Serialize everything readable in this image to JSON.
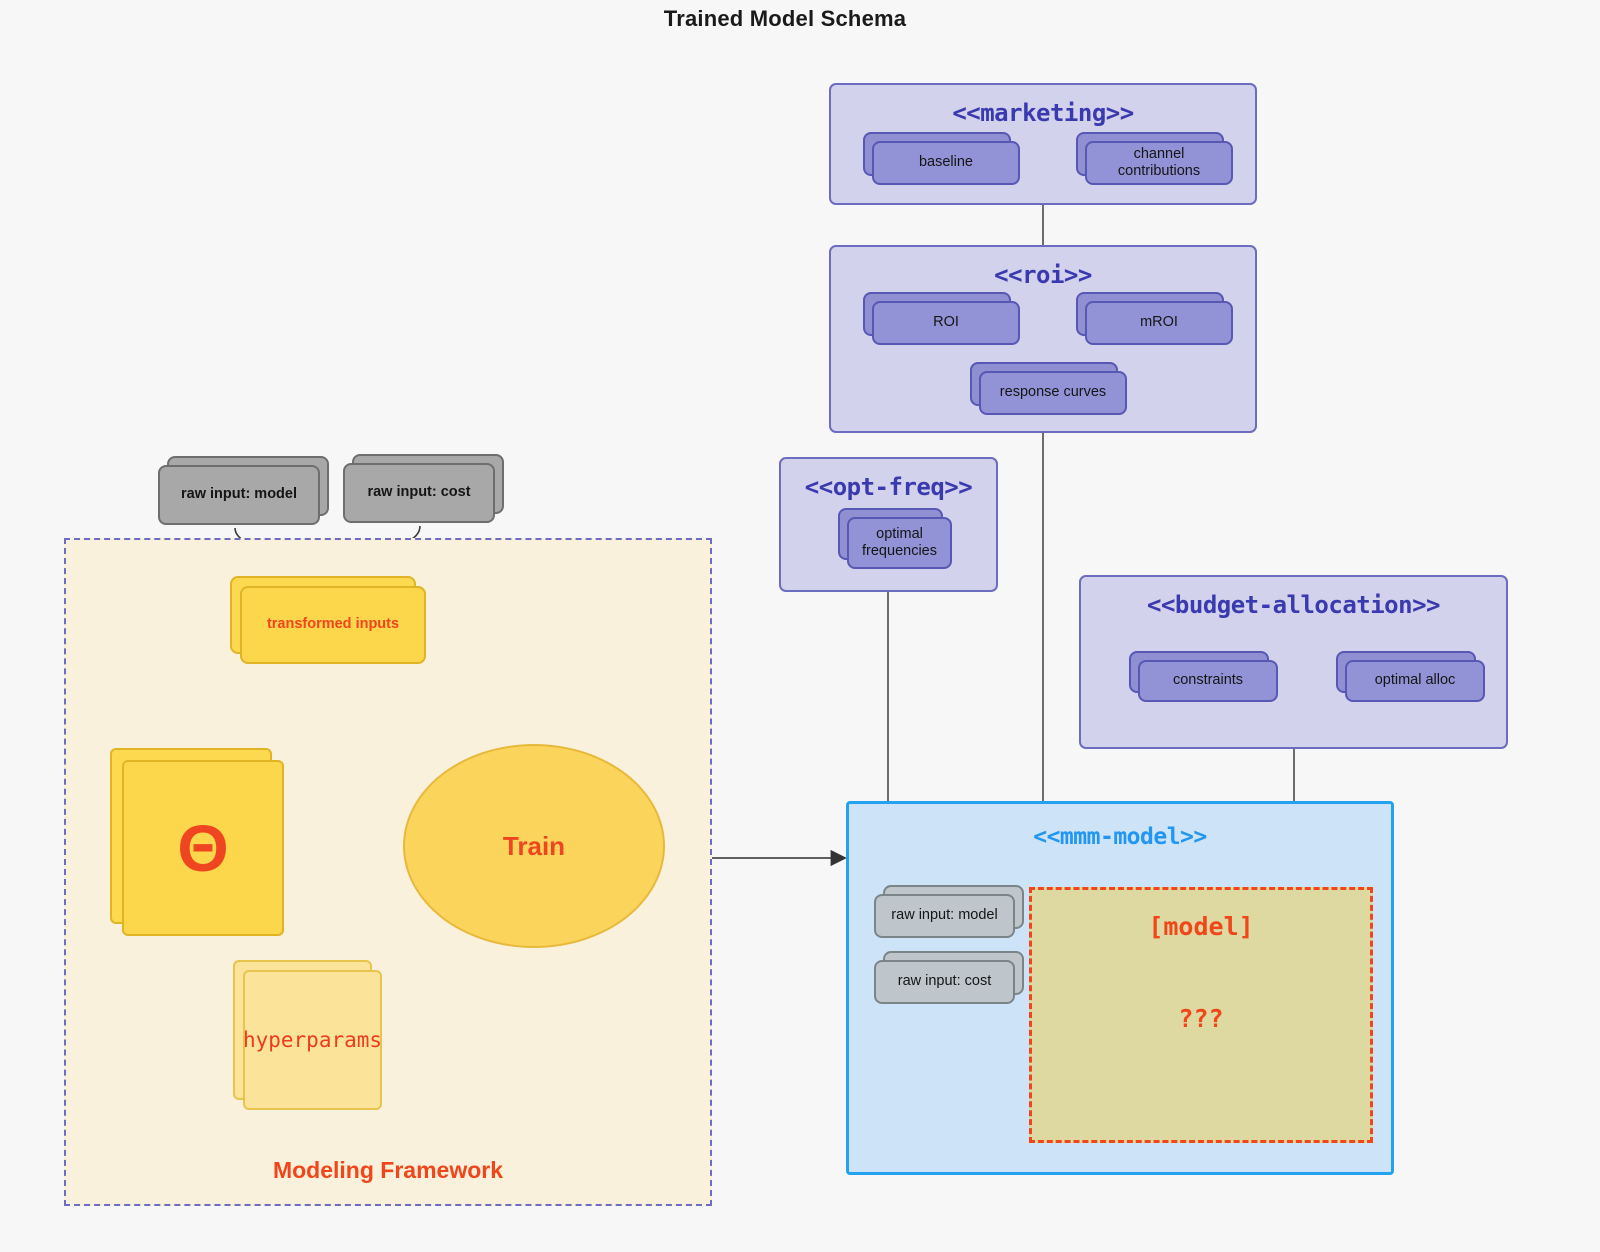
{
  "title": "Trained Model Schema",
  "packages": {
    "marketing": {
      "name": "<<marketing>>",
      "nodes": [
        {
          "label": "baseline"
        },
        {
          "label": "channel contributions"
        }
      ]
    },
    "roi": {
      "name": "<<roi>>",
      "nodes": [
        {
          "label": "ROI"
        },
        {
          "label": "mROI"
        },
        {
          "label": "response curves"
        }
      ]
    },
    "opt_freq": {
      "name": "<<opt-freq>>",
      "nodes": [
        {
          "label": "optimal frequencies"
        }
      ]
    },
    "budget_allocation": {
      "name": "<<budget-allocation>>",
      "nodes": [
        {
          "label": "constraints"
        },
        {
          "label": "optimal alloc"
        }
      ]
    },
    "mmm_model": {
      "name": "<<mmm-model>>",
      "nodes": [
        {
          "label": "raw input: model"
        },
        {
          "label": "raw input: cost"
        }
      ],
      "model_box": {
        "label": "[model]",
        "unknown": "???"
      }
    }
  },
  "framework": {
    "label": "Modeling Framework",
    "raw_inputs": [
      {
        "label": "raw input: model"
      },
      {
        "label": "raw input: cost"
      }
    ],
    "transformed_inputs": {
      "label": "transformed inputs"
    },
    "theta": {
      "label": "Θ"
    },
    "hyperparams": {
      "label": "hyperparams"
    },
    "train": {
      "label": "Train"
    }
  },
  "colors": {
    "background": "#f7f7f7",
    "package_fill": "#d2d2ec",
    "package_border": "#6c6cc0",
    "package_title": "#3a3ab0",
    "node_fill": "#9292d6",
    "node_border": "#5757b4",
    "grey_fill": "#a8a8a8",
    "grey_border": "#6e6e6e",
    "mmm_fill": "#cde3f7",
    "mmm_border": "#23a3ef",
    "mmm_title": "#2196f3",
    "model_fill": "#ded9a0",
    "accent_red": "#f1451a",
    "framework_fill": "#faf1dd",
    "yellow_fill": "#fcd64b",
    "yellow_pale": "#fbe49a",
    "train_fill": "#fbd45c"
  }
}
